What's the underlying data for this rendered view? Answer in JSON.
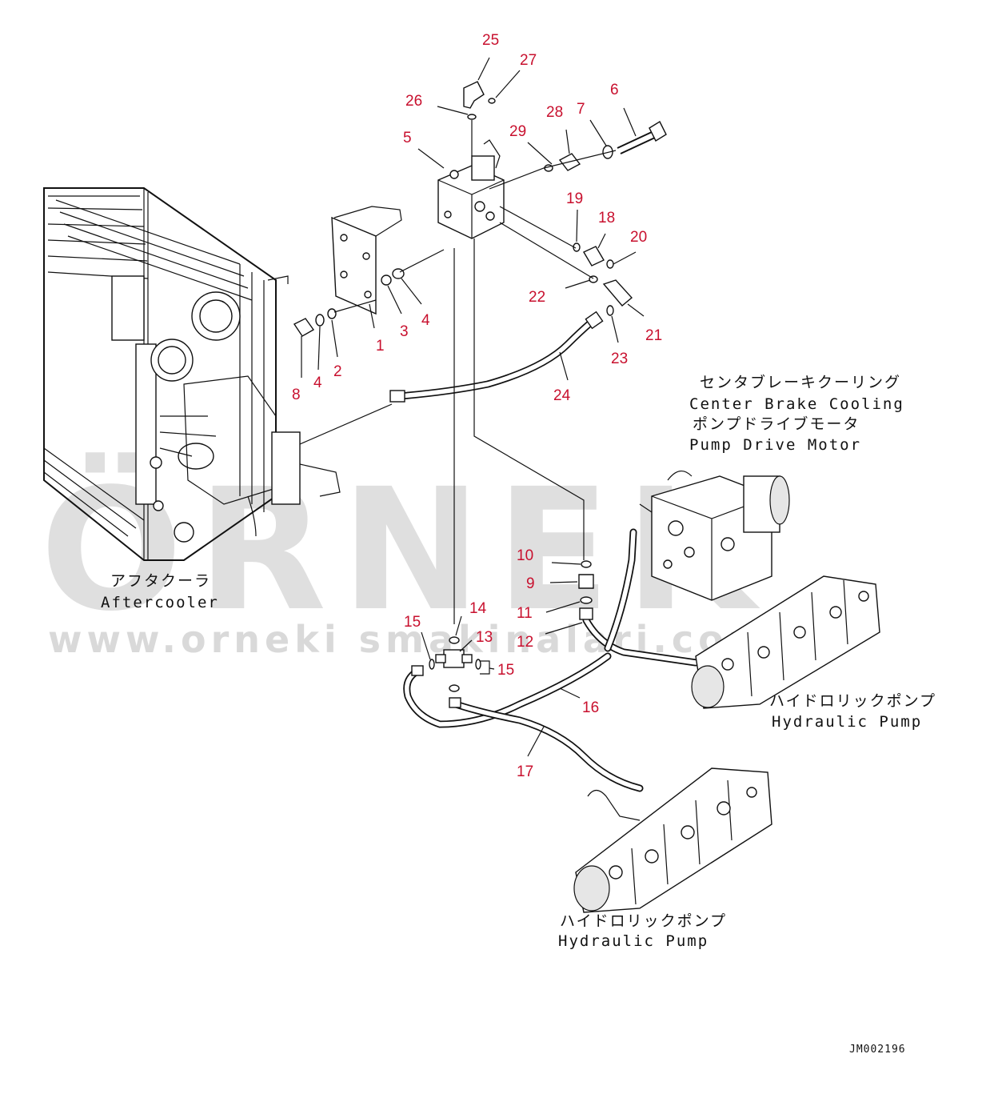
{
  "watermark": {
    "brand": "ÖRNEK",
    "url": "www.orneki smakinalari.com.tr"
  },
  "assemblies": {
    "aftercooler_jp": "アフタクーラ",
    "aftercooler_en": "Aftercooler",
    "brake_motor_jp": "センタブレーキクーリング",
    "brake_motor_en1": "Center Brake Cooling",
    "brake_motor_jp2": "ポンプドライブモータ",
    "brake_motor_en2": "Pump Drive Motor",
    "pump_right_jp": "ハイドロリックポンプ",
    "pump_right_en": "Hydraulic Pump",
    "pump_bottom_jp": "ハイドロリックポンプ",
    "pump_bottom_en": "Hydraulic Pump"
  },
  "callouts": {
    "c1": "1",
    "c2": "2",
    "c3": "3",
    "c4a": "4",
    "c4b": "4",
    "c5": "5",
    "c6": "6",
    "c7": "7",
    "c8": "8",
    "c9": "9",
    "c10": "10",
    "c11": "11",
    "c12": "12",
    "c13": "13",
    "c14": "14",
    "c15a": "15",
    "c15b": "15",
    "c16": "16",
    "c17": "17",
    "c18": "18",
    "c19": "19",
    "c20": "20",
    "c21": "21",
    "c22": "22",
    "c23": "23",
    "c24": "24",
    "c25": "25",
    "c26": "26",
    "c27": "27",
    "c28": "28",
    "c29": "29"
  },
  "drawing_code": "JM002196",
  "colors": {
    "callout": "#c8102e",
    "line": "#111111",
    "watermark": "#b9b9b9"
  }
}
